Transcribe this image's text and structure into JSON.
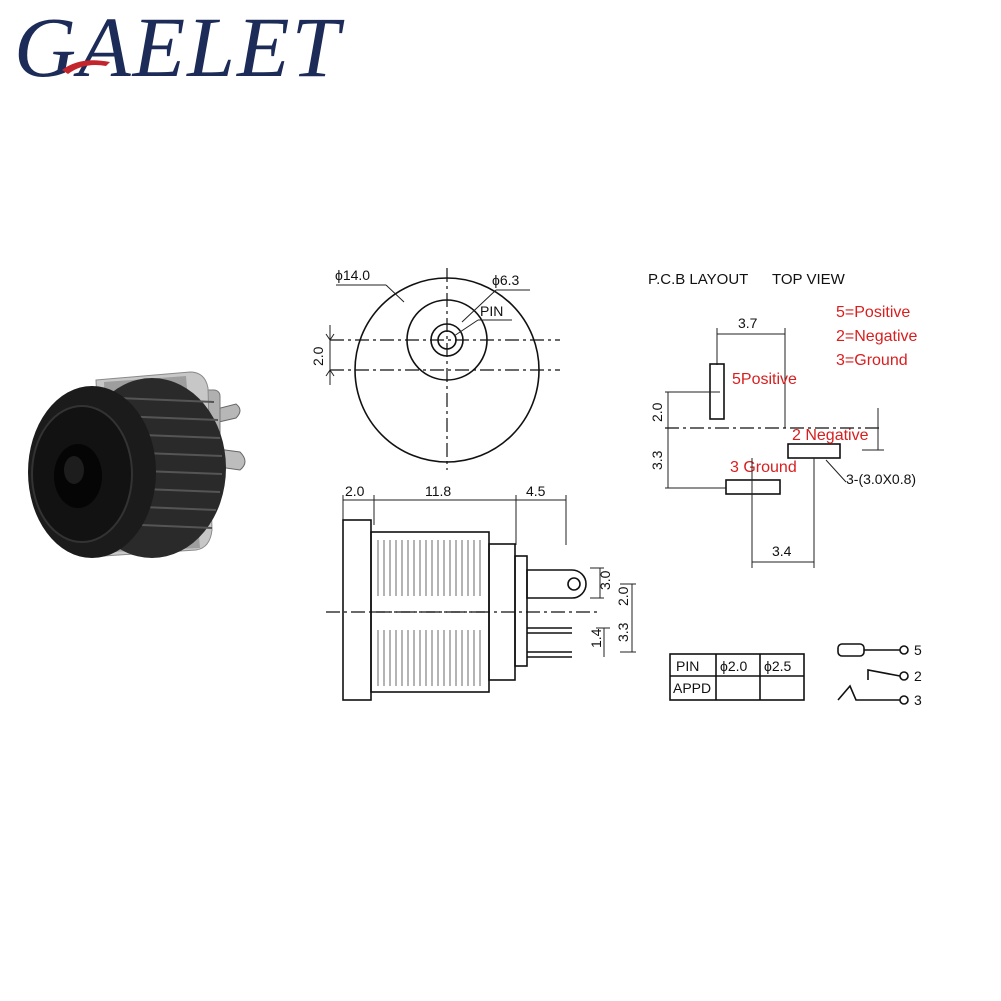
{
  "brand": {
    "name": "GAELET"
  },
  "front_view": {
    "outer_dia": "ϕ14.0",
    "inner_dia": "ϕ6.3",
    "pin_label": "PIN",
    "offset": "2.0"
  },
  "side_view": {
    "dims": [
      "2.0",
      "11.8",
      "4.5",
      "3.0",
      "2.0",
      "3.3",
      "1.4"
    ]
  },
  "pcb": {
    "title": "P.C.B LAYOUT",
    "subtitle": "TOP VIEW",
    "legend": [
      "5=Positive",
      "2=Negative",
      "3=Ground"
    ],
    "pad_labels": {
      "positive": "5Positive",
      "negative": "2 Negative",
      "ground": "3 Ground"
    },
    "dims": {
      "top_width": "3.7",
      "left_upper": "2.0",
      "left_lower": "3.3",
      "bottom_width": "3.4",
      "slot": "3-(3.0X0.8)"
    }
  },
  "table": {
    "headers": [
      "PIN",
      "ϕ2.0",
      "ϕ2.5"
    ],
    "row_label": "APPD"
  },
  "schematic": {
    "pins": [
      "5",
      "2",
      "3"
    ]
  },
  "colors": {
    "brand": "#1c2b57",
    "annotation": "#d81e1e"
  }
}
